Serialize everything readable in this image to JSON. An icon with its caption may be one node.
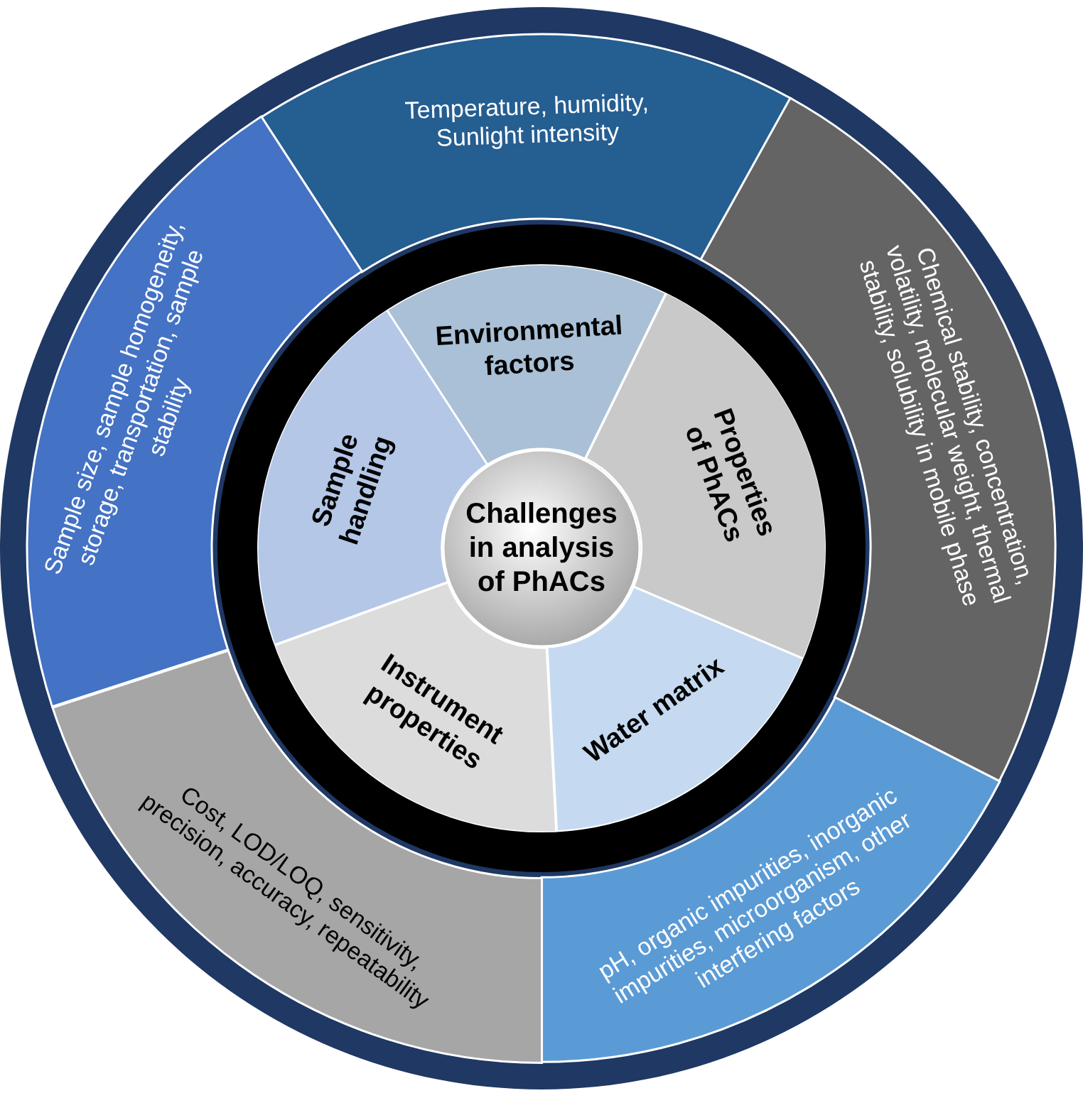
{
  "diagram": {
    "nodes": [
      {
        "text": [
          "Challenges in analysis of PhACs"
        ]
      },
      {
        "text": [
          "Environmental factors"
        ]
      },
      {
        "text": [
          "Properties of PhACs"
        ]
      },
      {
        "text": [
          "Water matrix"
        ]
      },
      {
        "text": [
          "Instrument properties"
        ]
      },
      {
        "text": [
          "Sample handling"
        ]
      },
      {
        "text": [
          "Temperature, humidity, Sunlight intensity"
        ]
      },
      {
        "text": [
          "Chemical stability, concentration, volatility, molecular weight, thermal stability, solubility in mobile phase"
        ]
      },
      {
        "text": [
          "pH, organic impurities, inorganic impurities, microorganism, other interfering factors"
        ]
      },
      {
        "text": [
          "Cost, LOD/LOQ, sensitivity, precision, accuracy, repeatability"
        ]
      },
      {
        "text": [
          "Sample size, sample homogeneity, storage, transportation, sample stability"
        ]
      }
    ],
    "edges": []
  }
}
